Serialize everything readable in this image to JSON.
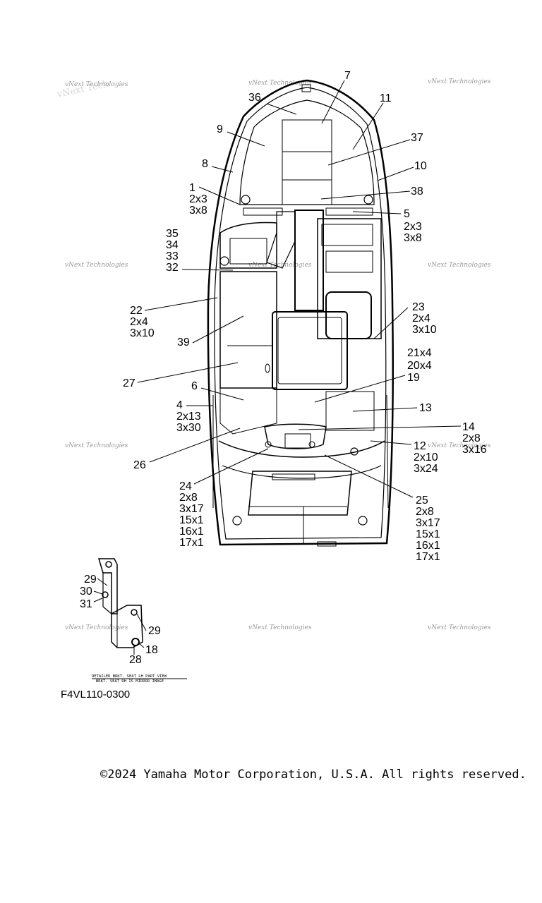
{
  "diagram_code": "F4VL110-0300",
  "copyright": "©2024 Yamaha Motor Corporation, U.S.A. All rights reserved.",
  "watermark": "vNext Technologies",
  "detail_caption": [
    "DETAILED BRKT. SEAT LH PART VIEW",
    "BRKT. SEAT RH IS MIRROR IMAGE"
  ],
  "callouts": {
    "c7": "7",
    "c36": "36",
    "c11": "11",
    "c9": "9",
    "c37": "37",
    "c8": "8",
    "c10": "10",
    "c1": "1",
    "c1a": "2x3",
    "c1b": "3x8",
    "c38": "38",
    "c5": "5",
    "c5a": "2x3",
    "c5b": "3x8",
    "c35": "35",
    "c34": "34",
    "c33": "33",
    "c32": "32",
    "c22": "22",
    "c22a": "2x4",
    "c22b": "3x10",
    "c23": "23",
    "c23a": "2x4",
    "c23b": "3x10",
    "c39": "39",
    "c21": "21x4",
    "c20": "20x4",
    "c19": "19",
    "c27": "27",
    "c6": "6",
    "c4": "4",
    "c4a": "2x13",
    "c4b": "3x30",
    "c13": "13",
    "c14": "14",
    "c14a": "2x8",
    "c14b": "3x16",
    "c12": "12",
    "c12a": "2x10",
    "c12b": "3x24",
    "c26": "26",
    "c24": "24",
    "c24a": "2x8",
    "c24b": "3x17",
    "c24c": "15x1",
    "c24d": "16x1",
    "c24e": "17x1",
    "c25": "25",
    "c25a": "2x8",
    "c25b": "3x17",
    "c25c": "15x1",
    "c25d": "16x1",
    "c25e": "17x1",
    "c29": "29",
    "c30": "30",
    "c31": "31",
    "c29b": "29",
    "c18": "18",
    "c28": "28"
  }
}
